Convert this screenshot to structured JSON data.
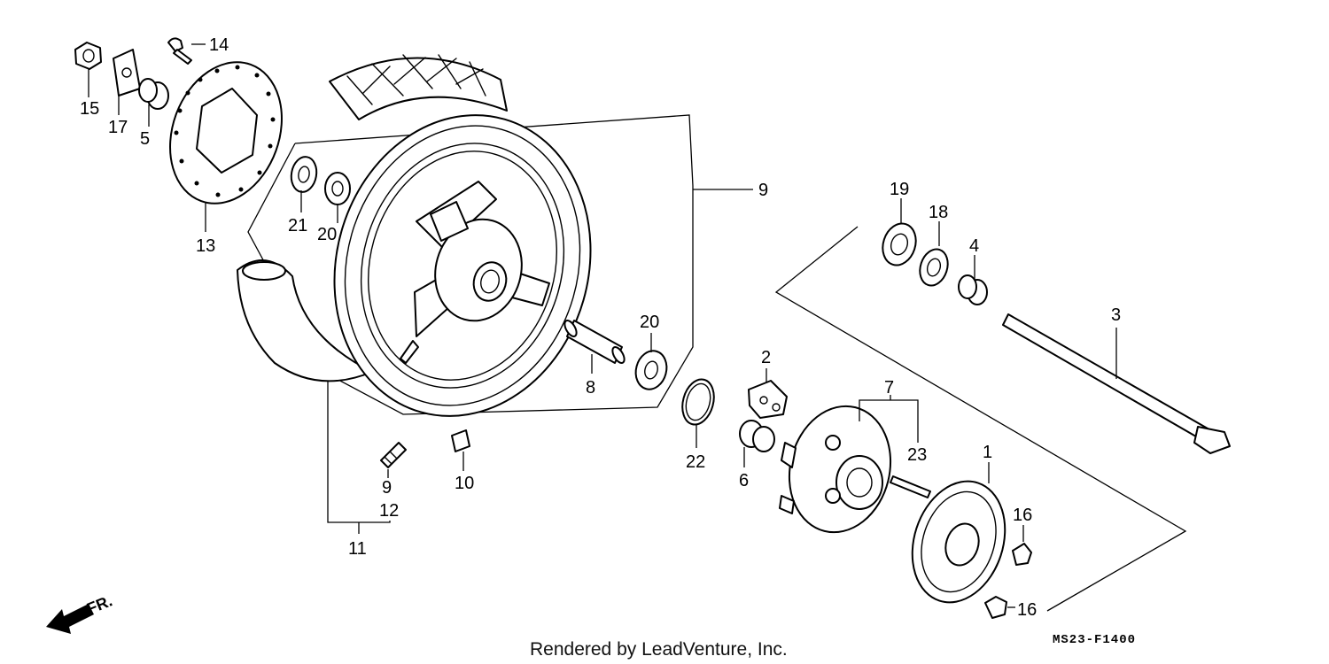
{
  "diagram": {
    "callouts": {
      "p1": "1",
      "p2": "2",
      "p3": "3",
      "p4": "4",
      "p5": "5",
      "p6": "6",
      "p7": "7",
      "p8": "8",
      "p9_wheel": "9",
      "p9_valve": "9",
      "p10": "10",
      "p11": "11",
      "p12": "12",
      "p13": "13",
      "p14": "14",
      "p15": "15",
      "p16_a": "16",
      "p16_b": "16",
      "p17": "17",
      "p18": "18",
      "p19": "19",
      "p20_a": "20",
      "p20_b": "20",
      "p21": "21",
      "p22": "22",
      "p23": "23"
    },
    "direction_label": "FR.",
    "drawing_code": "MS23-F1400",
    "credit": "Rendered by LeadVenture, Inc."
  }
}
